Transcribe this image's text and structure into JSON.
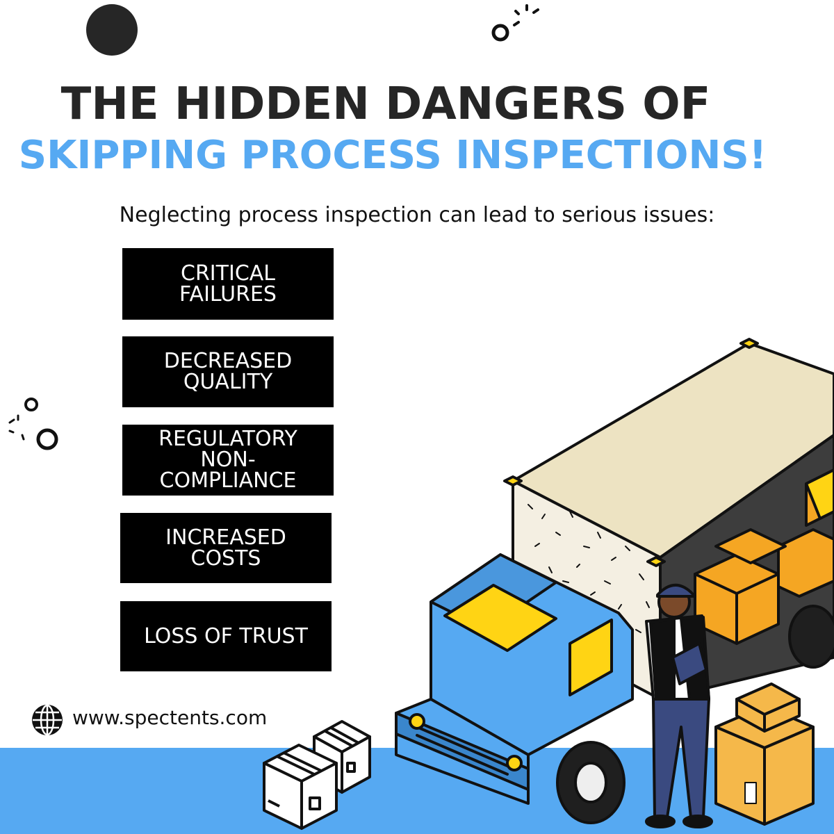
{
  "header": {
    "title_line1": "THE HIDDEN DANGERS OF",
    "title_line2": "SKIPPING PROCESS INSPECTIONS!",
    "subtitle": "Neglecting process inspection can lead to serious issues:"
  },
  "issues": [
    {
      "label": "CRITICAL FAILURES"
    },
    {
      "label": "DECREASED QUALITY"
    },
    {
      "label": "REGULATORY NON-COMPLIANCE"
    },
    {
      "label": "INCREASED COSTS"
    },
    {
      "label": "LOSS OF TRUST"
    }
  ],
  "footer": {
    "website": "www.spectents.com",
    "website_icon": "globe-icon"
  },
  "colors": {
    "accent_blue": "#56a9f2",
    "dark_text": "#262626",
    "box_bg": "#000000",
    "box_text": "#ffffff",
    "truck_cargo": "#ede3c2",
    "package_orange": "#f5a623",
    "truck_yellow": "#ffd414"
  },
  "illustration": {
    "main": "delivery-truck-with-worker-illustration",
    "boxes": "outline-boxes-illustration",
    "decorations": [
      "dark-circle-decoration",
      "sparkle-circle-decoration"
    ]
  }
}
